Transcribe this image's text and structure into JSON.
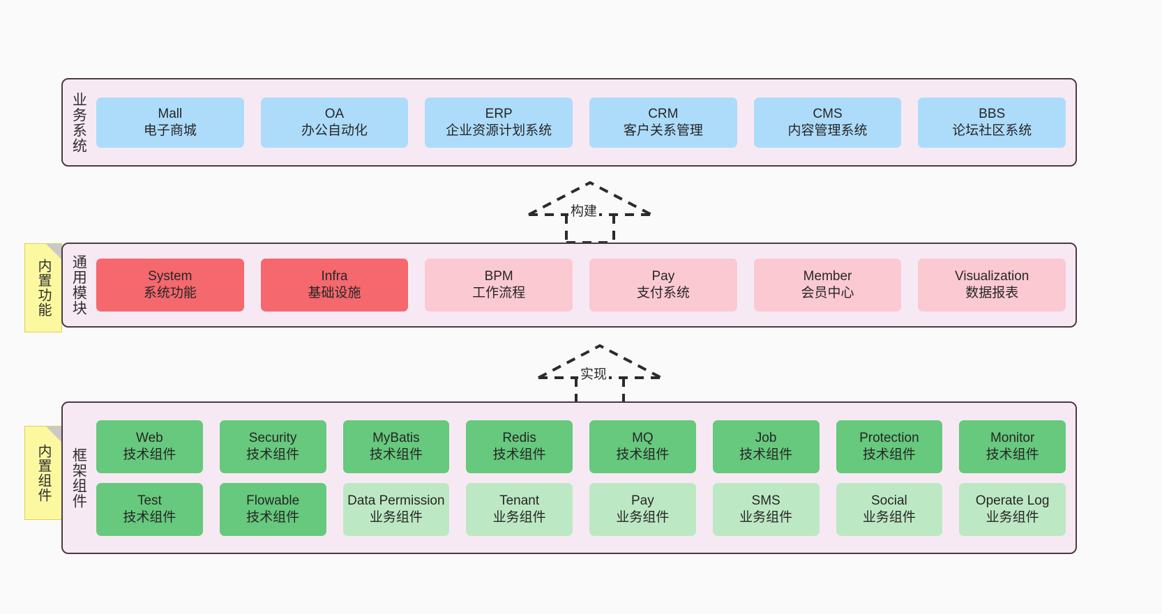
{
  "diagram": {
    "title_hidden": "",
    "colors": {
      "panel_bg": "#f7e9f3",
      "panel_border": "#4a3a44",
      "blue": "#addcfa",
      "red": "#f4686e",
      "pink": "#fbc9d2",
      "green": "#66c97d",
      "light_green": "#bde8c4",
      "note_yellow": "#fbf8a0",
      "canvas_bg": "#fafafa"
    }
  },
  "layers": {
    "business": {
      "title": "业务系统",
      "items": [
        {
          "en": "Mall",
          "cn": "电子商城",
          "color": "blue"
        },
        {
          "en": "OA",
          "cn": "办公自动化",
          "color": "blue"
        },
        {
          "en": "ERP",
          "cn": "企业资源计划系统",
          "color": "blue"
        },
        {
          "en": "CRM",
          "cn": "客户关系管理",
          "color": "blue"
        },
        {
          "en": "CMS",
          "cn": "内容管理系统",
          "color": "blue"
        },
        {
          "en": "BBS",
          "cn": "论坛社区系统",
          "color": "blue"
        }
      ]
    },
    "common": {
      "title": "通用模块",
      "note": "内置功能",
      "items": [
        {
          "en": "System",
          "cn": "系统功能",
          "color": "red"
        },
        {
          "en": "Infra",
          "cn": "基础设施",
          "color": "red"
        },
        {
          "en": "BPM",
          "cn": "工作流程",
          "color": "pink"
        },
        {
          "en": "Pay",
          "cn": "支付系统",
          "color": "pink"
        },
        {
          "en": "Member",
          "cn": "会员中心",
          "color": "pink"
        },
        {
          "en": "Visualization",
          "cn": "数据报表",
          "color": "pink"
        }
      ]
    },
    "framework": {
      "title": "框架组件",
      "note": "内置组件",
      "row1": [
        {
          "en": "Web",
          "cn": "技术组件",
          "color": "green"
        },
        {
          "en": "Security",
          "cn": "技术组件",
          "color": "green"
        },
        {
          "en": "MyBatis",
          "cn": "技术组件",
          "color": "green"
        },
        {
          "en": "Redis",
          "cn": "技术组件",
          "color": "green"
        },
        {
          "en": "MQ",
          "cn": "技术组件",
          "color": "green"
        },
        {
          "en": "Job",
          "cn": "技术组件",
          "color": "green"
        },
        {
          "en": "Protection",
          "cn": "技术组件",
          "color": "green"
        },
        {
          "en": "Monitor",
          "cn": "技术组件",
          "color": "green"
        }
      ],
      "row2": [
        {
          "en": "Test",
          "cn": "技术组件",
          "color": "green"
        },
        {
          "en": "Flowable",
          "cn": "技术组件",
          "color": "green"
        },
        {
          "en": "Data Permission",
          "cn": "业务组件",
          "color": "light_green"
        },
        {
          "en": "Tenant",
          "cn": "业务组件",
          "color": "light_green"
        },
        {
          "en": "Pay",
          "cn": "业务组件",
          "color": "light_green"
        },
        {
          "en": "SMS",
          "cn": "业务组件",
          "color": "light_green"
        },
        {
          "en": "Social",
          "cn": "业务组件",
          "color": "light_green"
        },
        {
          "en": "Operate Log",
          "cn": "业务组件",
          "color": "light_green"
        }
      ]
    }
  },
  "arrows": {
    "build": {
      "label": "构建",
      "from": "通用模块",
      "to": "业务系统",
      "style": "dashed-generalization"
    },
    "implement": {
      "label": "实现",
      "from": "框架组件",
      "to": "通用模块",
      "style": "dashed-generalization"
    }
  }
}
